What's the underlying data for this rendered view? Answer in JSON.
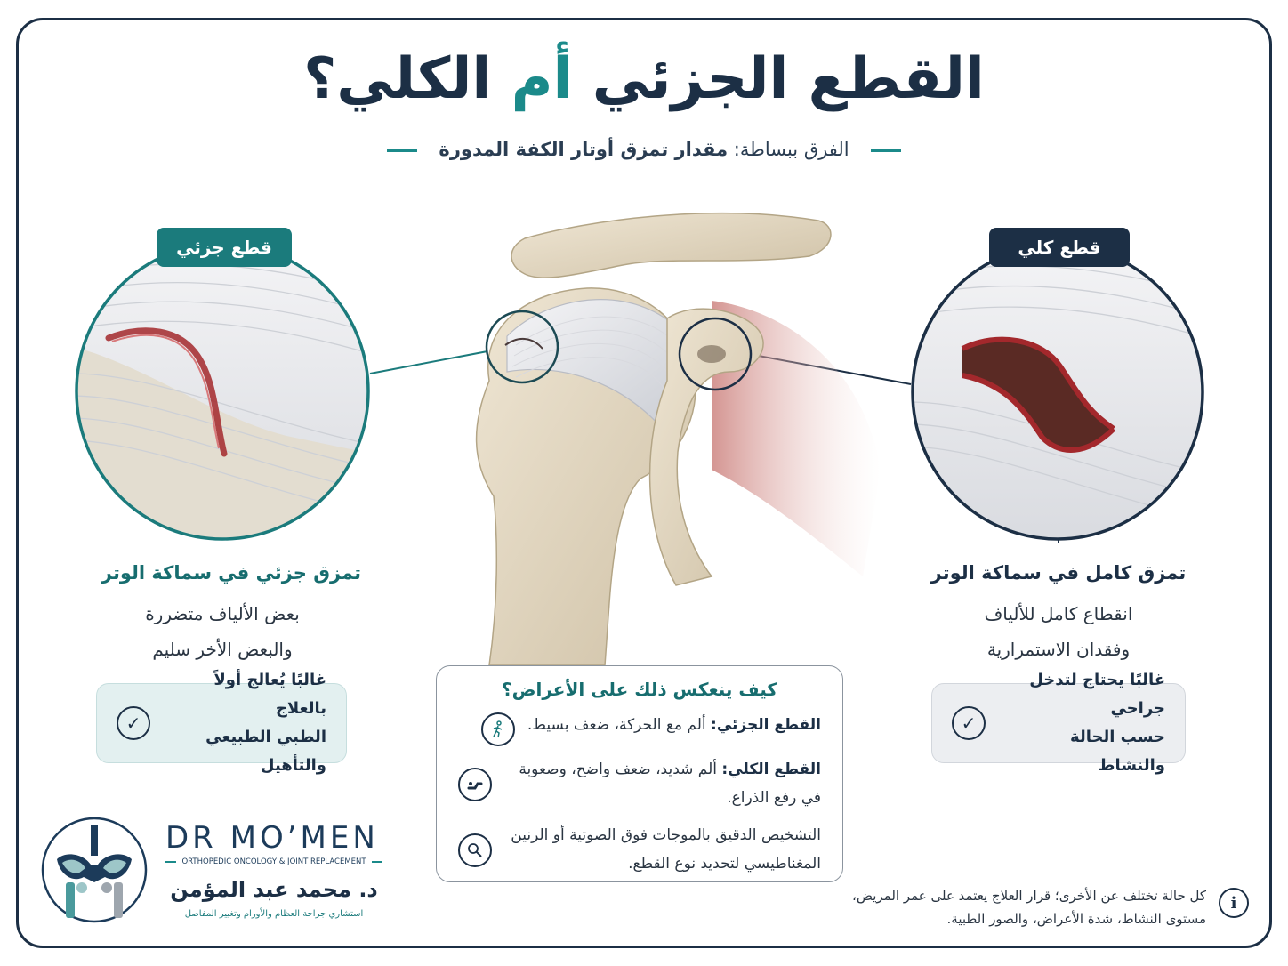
{
  "title": {
    "part1": "القطع الجزئي",
    "accent": "أم",
    "part2": "الكلي؟"
  },
  "subtitle": {
    "lead": "الفرق ببساطة:",
    "bold": "مقدار تمزق أوتار الكفة المدورة"
  },
  "partial": {
    "tag": "قطع جزئي",
    "heading": "تمزق جزئي في سماكة الوتر",
    "line1": "بعض الألياف متضررة",
    "line2": "والبعض الأخر سليم",
    "note_line1": "غالبًا يُعالج أولاً بالعلاج",
    "note_line2": "الطبي الطبيعي والتأهيل"
  },
  "full": {
    "tag": "قطع كلي",
    "heading": "تمزق كامل في سماكة الوتر",
    "line1": "انقطاع كامل للألياف",
    "line2": "وفقدان الاستمرارية",
    "note_line1": "غالبًا يحتاج لتدخل جراحي",
    "note_line2": "حسب الحالة والنشاط"
  },
  "symptoms": {
    "heading": "كيف ينعكس ذلك على الأعراض؟",
    "rows": [
      {
        "label": "القطع الجزئي:",
        "text": "ألم مع الحركة، ضعف بسيط.",
        "icon": "walking-person-icon"
      },
      {
        "label": "القطع الكلي:",
        "text": "ألم شديد، ضعف واضح، وصعوبة في رفع الذراع.",
        "icon": "arm-lift-icon"
      },
      {
        "label": "",
        "text": "التشخيص الدقيق بالموجات فوق الصوتية أو الرنين المغناطيسي لتحديد نوع القطع.",
        "icon": "magnifier-icon"
      }
    ]
  },
  "brand": {
    "name": "DR MO’MEN",
    "tagline": "ORTHOPEDIC ONCOLOGY & JOINT REPLACEMENT",
    "name_ar": "د. محمد عبد المؤمن",
    "role_ar": "استشاري جراحة العظام والأورام وتغيير المفاصل"
  },
  "info": {
    "icon": "info-icon",
    "text": "كل حالة تختلف عن الأخرى؛ قرار العلاج يعتمد على عمر المريض، مستوى النشاط، شدة الأعراض، والصور الطبية."
  },
  "colors": {
    "navy": "#1c2f45",
    "teal": "#1b7b7c",
    "tendon": "#e8e6e3",
    "tear": "#a3282c"
  }
}
